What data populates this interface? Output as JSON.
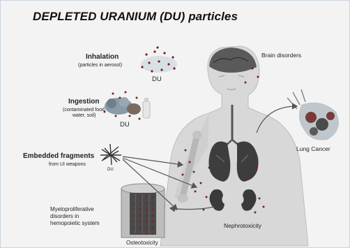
{
  "title": "DEPLETED URANIUM (DU) particles",
  "routes": {
    "inhalation": {
      "label": "Inhalation",
      "sub": "(particles in aerosol)",
      "du": "DU"
    },
    "ingestion": {
      "label": "Ingestion",
      "sub_line1": "(contaminated food,",
      "sub_line2": "water, soil)",
      "du": "DU"
    },
    "embedded": {
      "label": "Embedded fragments",
      "sub": "from UI weapons",
      "du": "DU"
    }
  },
  "effects": {
    "brain": "Brain disorders",
    "lung": "Lung Cancer",
    "kidney": "Nephrotoxicity",
    "bone": "Osteotoxicity",
    "marrow_line1": "Myeloproliferative",
    "marrow_line2": "disorders in",
    "marrow_line3": "hemopoietic system"
  },
  "colors": {
    "body": "#d9d9d9",
    "organ_dark": "#3a3a3a",
    "dots": "#7a1f1f",
    "arrow": "#555555"
  }
}
